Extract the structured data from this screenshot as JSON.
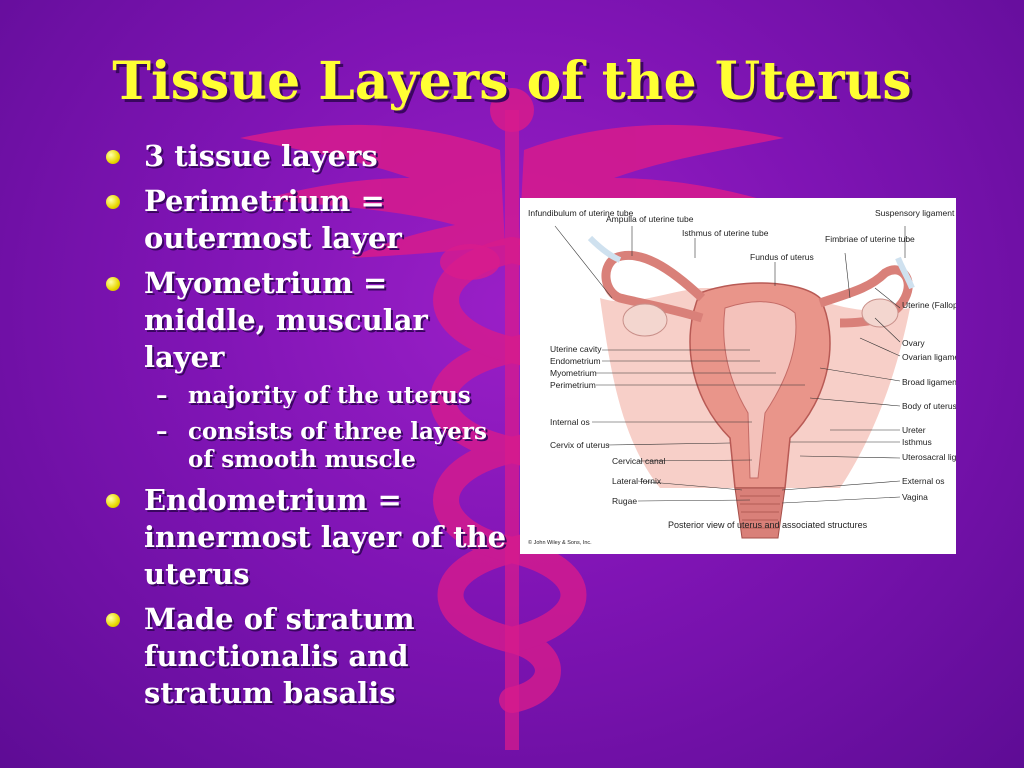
{
  "slide": {
    "title": "Tissue Layers of the Uterus",
    "bullets": [
      {
        "text": "3 tissue layers"
      },
      {
        "text": "Perimetrium = outermost layer"
      },
      {
        "text": "Myometrium = middle, muscular layer",
        "sub": [
          "majority of the uterus",
          "consists of three layers of smooth muscle"
        ]
      },
      {
        "text": "Endometrium = innermost layer of the uterus"
      },
      {
        "text": "Made of stratum functionalis and stratum basalis"
      }
    ],
    "dash": "–"
  },
  "figure": {
    "caption": "Posterior view of uterus and associated structures",
    "copyright": "© John Wiley & Sons, Inc.",
    "labels": {
      "infundibulum": "Infundibulum of uterine tube",
      "ampulla": "Ampulla of uterine tube",
      "isthmus_tube": "Isthmus of uterine tube",
      "fundus": "Fundus of uterus",
      "fimbriae": "Fimbriae of uterine tube",
      "suspensory": "Suspensory ligament",
      "uterine_tube": "Uterine (Fallopian) tube",
      "ovary": "Ovary",
      "ovarian_lig": "Ovarian ligament",
      "broad_lig": "Broad ligament",
      "body": "Body of uterus",
      "ureter": "Ureter",
      "isthmus": "Isthmus",
      "uterosacral": "Uterosacral ligament",
      "external_os": "External os",
      "vagina": "Vagina",
      "uterine_cavity": "Uterine cavity",
      "endometrium": "Endometrium",
      "myometrium": "Myometrium",
      "perimetrium": "Perimetrium",
      "internal_os": "Internal os",
      "cervix": "Cervix of uterus",
      "cervical_canal": "Cervical canal",
      "lateral_fornix": "Lateral fornix",
      "rugae": "Rugae"
    }
  },
  "colors": {
    "background": "#8a18bd",
    "title": "#ffff33",
    "text": "#ffffff",
    "bullet": "#e8d800",
    "caduceus": "#e0208f"
  }
}
